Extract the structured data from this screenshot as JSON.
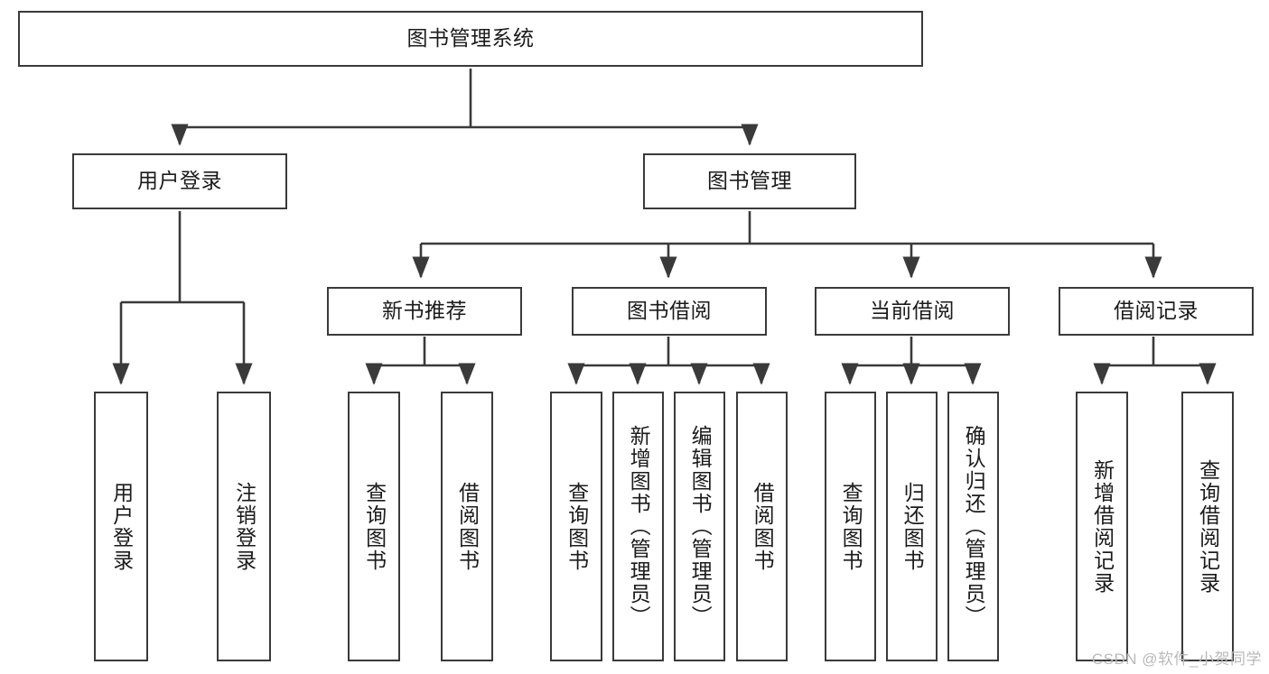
{
  "diagram": {
    "title": "图书管理系统",
    "type": "hierarchy-tree",
    "levels": 4,
    "root": {
      "id": "root",
      "label": "图书管理系统",
      "orientation": "horizontal"
    },
    "level2": [
      {
        "id": "user-login",
        "label": "用户登录",
        "orientation": "horizontal"
      },
      {
        "id": "book-manage",
        "label": "图书管理",
        "orientation": "horizontal"
      }
    ],
    "level3": [
      {
        "id": "new-book-rec",
        "label": "新书推荐",
        "orientation": "horizontal",
        "parent": "book-manage"
      },
      {
        "id": "book-borrow",
        "label": "图书借阅",
        "orientation": "horizontal",
        "parent": "book-manage"
      },
      {
        "id": "current-borrow",
        "label": "当前借阅",
        "orientation": "horizontal",
        "parent": "book-manage"
      },
      {
        "id": "borrow-record",
        "label": "借阅记录",
        "orientation": "horizontal",
        "parent": "book-manage"
      }
    ],
    "leaves": [
      {
        "id": "leaf-user-login",
        "label": "用户登录",
        "parent": "user-login"
      },
      {
        "id": "leaf-user-logout",
        "label": "注销登录",
        "parent": "user-login"
      },
      {
        "id": "leaf-query-book-1",
        "label": "查询图书",
        "parent": "new-book-rec"
      },
      {
        "id": "leaf-borrow-book-1",
        "label": "借阅图书",
        "parent": "new-book-rec"
      },
      {
        "id": "leaf-query-book-2",
        "label": "查询图书",
        "parent": "book-borrow"
      },
      {
        "id": "leaf-add-book",
        "label": "新增图书（管理员）",
        "parent": "book-borrow"
      },
      {
        "id": "leaf-edit-book",
        "label": "编辑图书（管理员）",
        "parent": "book-borrow"
      },
      {
        "id": "leaf-borrow-book-2",
        "label": "借阅图书",
        "parent": "book-borrow"
      },
      {
        "id": "leaf-query-book-3",
        "label": "查询图书",
        "parent": "current-borrow"
      },
      {
        "id": "leaf-return-book",
        "label": "归还图书",
        "parent": "current-borrow"
      },
      {
        "id": "leaf-confirm-return",
        "label": "确认归还（管理员）",
        "parent": "current-borrow"
      },
      {
        "id": "leaf-add-record",
        "label": "新增借阅记录",
        "parent": "borrow-record"
      },
      {
        "id": "leaf-query-record",
        "label": "查询借阅记录",
        "parent": "borrow-record"
      }
    ]
  },
  "watermark": {
    "text": "CSDN @软件_小贺同学"
  },
  "colors": {
    "border": "#3a3a3a",
    "background": "#ffffff",
    "text": "#1b1b1b",
    "watermark": "#b9b9b9"
  }
}
